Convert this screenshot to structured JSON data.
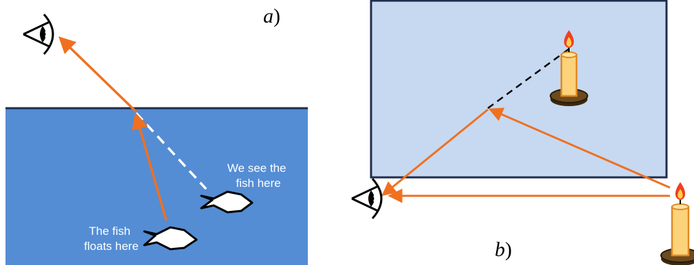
{
  "panel_a": {
    "label": "a",
    "label_paren": ")",
    "apparent_fish_label_line1": "We see the",
    "apparent_fish_label_line2": "fish here",
    "real_fish_label_line1": "The fish",
    "real_fish_label_line2": "floats here"
  },
  "panel_b": {
    "label": "b",
    "label_paren": ")"
  },
  "colors": {
    "water": "#548dd4",
    "mirror": "#c6d9f1",
    "mirror_border": "#1f2d4e",
    "ray": "#f07020",
    "candle_body": "#fcd27a",
    "candle_border": "#e08a20",
    "flame": "#f04020",
    "holder": "#6b4a1e"
  },
  "icons": {
    "eye": "eye-icon",
    "fish": "fish-icon",
    "candle": "candle-icon"
  }
}
